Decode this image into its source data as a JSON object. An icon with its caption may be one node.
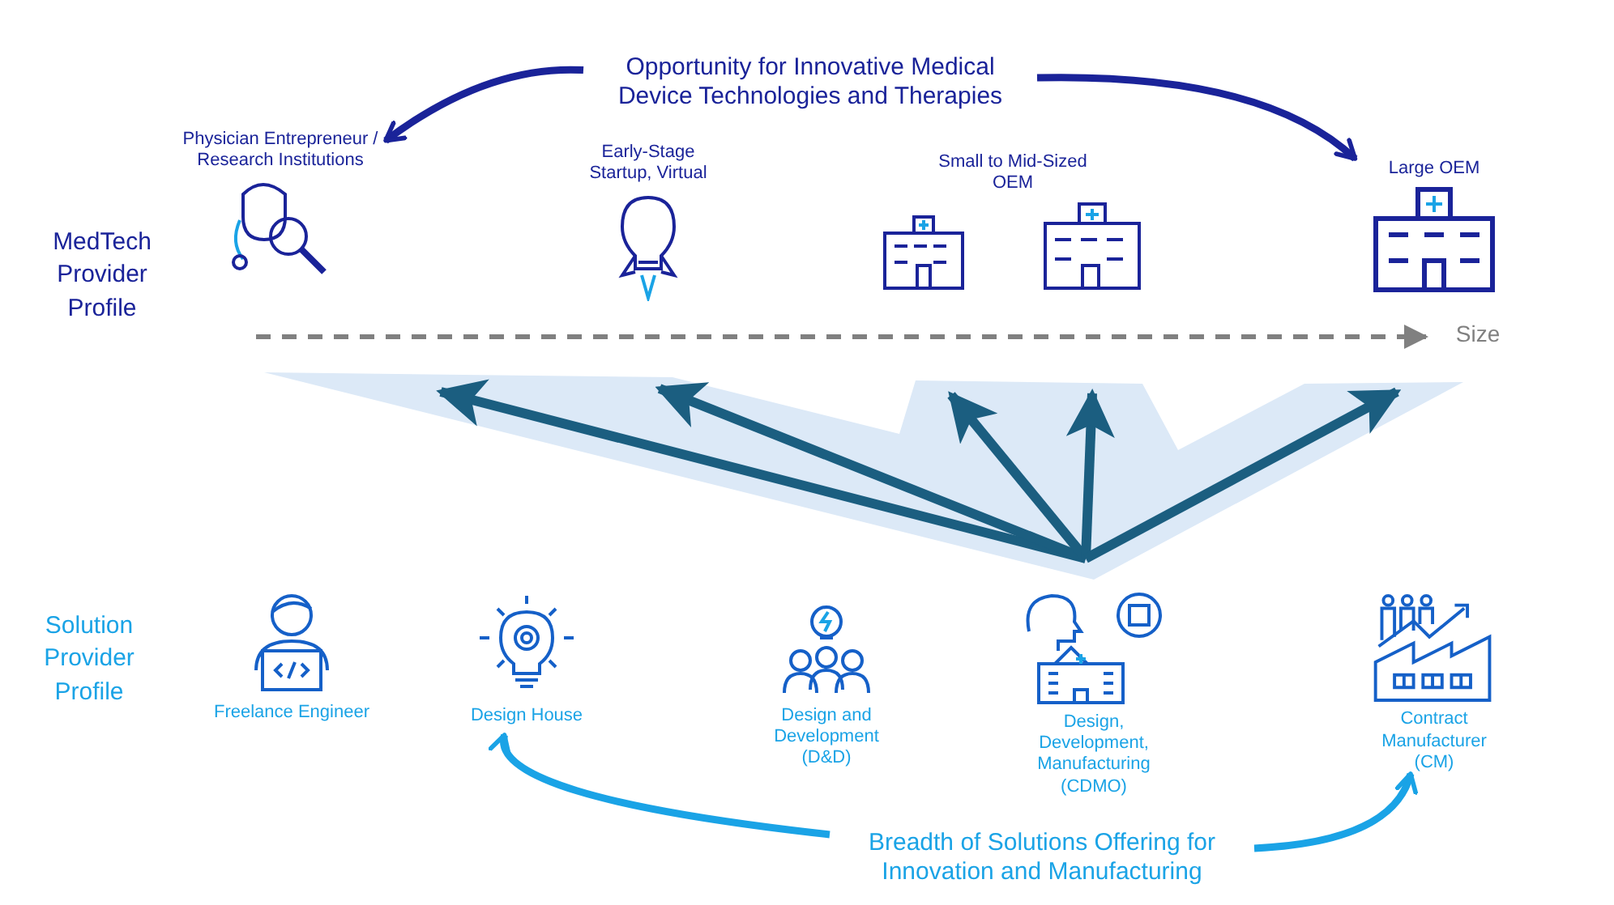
{
  "diagram": {
    "nodes": [
      {
        "text": [
          "Opportunity for Innovative Medical Device Technologies and Therapies"
        ]
      },
      {
        "text": [
          "Physician Entrepreneur / Research Institutions"
        ]
      },
      {
        "text": [
          "Early-Stage Startup, Virtual"
        ]
      },
      {
        "text": [
          "Small to Mid-Sized OEM"
        ]
      },
      {
        "text": [
          "Large OEM"
        ]
      },
      {
        "text": [
          "Breadth of Solutions Offering for Innovation and Manufacturing"
        ]
      },
      {
        "text": [
          "Freelance Engineer"
        ]
      },
      {
        "text": [
          "Design House"
        ]
      },
      {
        "text": [
          "Design and Development (D&D)"
        ]
      },
      {
        "text": [
          "Design, Development, Manufacturing (CDMO)"
        ]
      },
      {
        "text": [
          "Contract Manufacturer (CM)"
        ]
      }
    ],
    "edges": [
      {
        "from": 0,
        "to": 1,
        "arrow": "to"
      },
      {
        "from": 0,
        "to": 4,
        "arrow": "to"
      },
      {
        "from": 5,
        "to": 7,
        "arrow": "to",
        "color": "#1aa3e6"
      },
      {
        "from": 5,
        "to": 10,
        "arrow": "to",
        "color": "#1aa3e6"
      }
    ],
    "labels": [
      "MedTech Provider Profile",
      "Size",
      "Solution Provider Profile"
    ]
  }
}
